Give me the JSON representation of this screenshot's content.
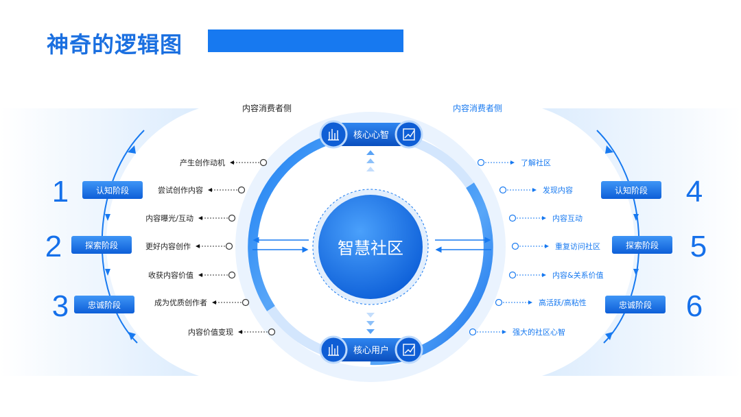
{
  "title": "神奇的逻辑图",
  "colors": {
    "primary": "#1779f0",
    "dark": "#0b5bd3",
    "light": "#e6f1fd"
  },
  "center": {
    "label": "智慧社区"
  },
  "top_node": {
    "label": "核心心智",
    "icons": [
      "bar-chart-icon",
      "trend-chart-icon"
    ]
  },
  "bottom_node": {
    "label": "核心用户",
    "icons": [
      "bar-chart-icon",
      "trend-chart-icon"
    ]
  },
  "left_header": "内容消费者侧",
  "right_header": "内容消费者侧",
  "left_items": [
    "产生创作动机",
    "尝试创作内容",
    "内容曝光/互动",
    "更好内容创作",
    "收获内容价值",
    "成为优质创作者",
    "内容价值变现"
  ],
  "right_items": [
    "了解社区",
    "发现内容",
    "内容互动",
    "重复访问社区",
    "内容&关系价值",
    "高活跃/高粘性",
    "强大的社区心智"
  ],
  "left_stages": [
    {
      "number": "1",
      "label": "认知阶段"
    },
    {
      "number": "2",
      "label": "探索阶段"
    },
    {
      "number": "3",
      "label": "忠诚阶段"
    }
  ],
  "right_stages": [
    {
      "number": "4",
      "label": "认知阶段"
    },
    {
      "number": "5",
      "label": "探索阶段"
    },
    {
      "number": "6",
      "label": "忠诚阶段"
    }
  ]
}
